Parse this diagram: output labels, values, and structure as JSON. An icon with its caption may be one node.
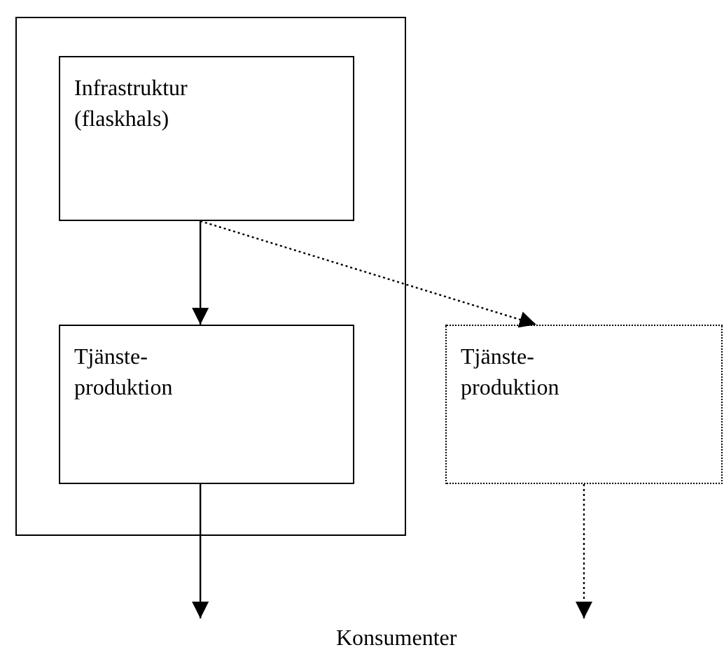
{
  "diagram": {
    "nodes": [
      {
        "text": [],
        "shape": "box"
      },
      {
        "text": [
          "Infrastruktur (flaskhals)"
        ],
        "in": 0
      },
      {
        "text": [
          "Tjänste- produktion"
        ],
        "in": 0
      },
      {
        "text": [
          "Tjänste- produktion"
        ]
      }
    ],
    "edges": [
      {
        "from": 1,
        "to": 2,
        "arrow": "to"
      },
      {
        "from": 1,
        "to": 3,
        "arrow": "to",
        "style": "dashed"
      },
      {
        "from": 2,
        "to": null,
        "arrow": "to"
      },
      {
        "from": 3,
        "to": null,
        "arrow": "to",
        "style": "dashed"
      }
    ],
    "labels": [
      "Konsumenter"
    ]
  }
}
